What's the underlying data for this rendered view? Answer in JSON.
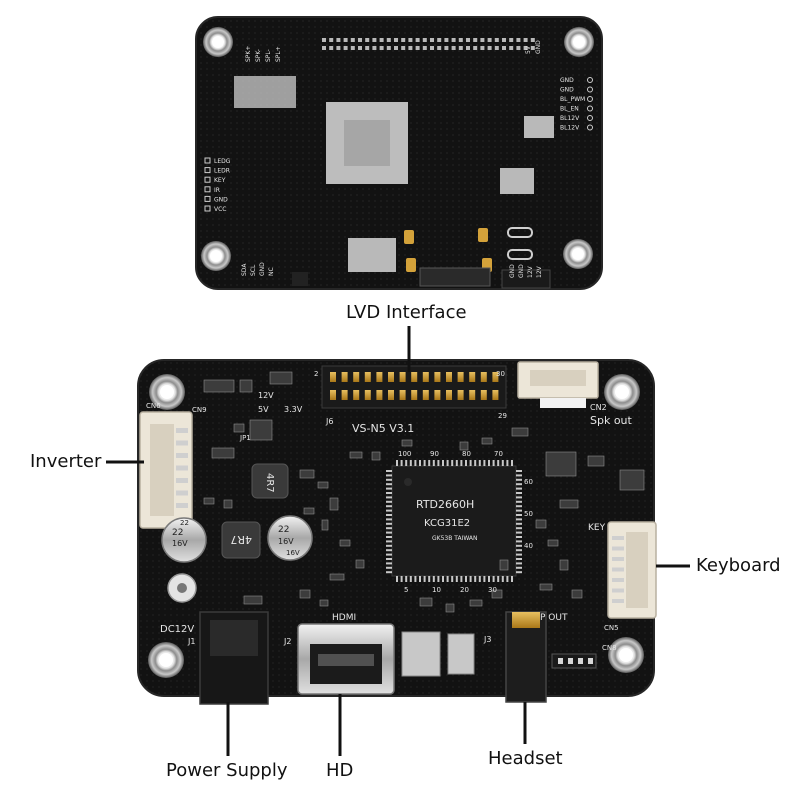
{
  "colors": {
    "pcb": "#121212",
    "pcb_edge": "#1f1f1f",
    "pad": "#b9b9b9",
    "silk": "#e6e6e6",
    "gold": "#c9952a",
    "connector": "#ece6d8",
    "leader": "#111111"
  },
  "callouts": {
    "lvd_interface": "LVD Interface",
    "inverter": "Inverter",
    "keyboard": "Keyboard",
    "power_supply": "Power Supply",
    "hd": "HD",
    "headset": "Headset"
  },
  "back_board": {
    "top_pins": [
      "SPK+",
      "SPK-",
      "SPL-",
      "SPL+"
    ],
    "top_right_pins": [
      "5V",
      "GND"
    ],
    "right_pins": [
      "GND",
      "GND",
      "BL_PWM",
      "BL_EN",
      "BL12V",
      "BL12V"
    ],
    "left_pins": [
      "LEDG",
      "LEDR",
      "KEY",
      "IR",
      "GND",
      "VCC"
    ],
    "bottom_left_pins": [
      "SDA",
      "SCL",
      "GND",
      "NC"
    ],
    "bottom_right_pins": [
      "GND",
      "GND",
      "12V",
      "12V"
    ]
  },
  "front_board": {
    "model": "VS-N5  V3.1",
    "chip_line1": "RTD2660H",
    "chip_line2": "KCG31E2",
    "chip_line3": "GK53B TAIWAN",
    "header_label": "J6",
    "pin_30": "30",
    "pin_2": "2",
    "pin_29": "29",
    "cn2": "CN2",
    "spk_out": "Spk out",
    "cn6": "CN6",
    "cn5": "CN5",
    "cn8": "CN8",
    "cn9": "CN9",
    "key_label": "KEY",
    "dc12v": "DC12V",
    "j1": "J1",
    "j2": "J2",
    "j3": "J3",
    "jp1": "JP1",
    "hdmi": "HDMI",
    "p_out": "P OUT",
    "v12": "12V",
    "v5": "5V",
    "v33": "3.3V",
    "inductor1": "4R7",
    "inductor2": "4R7",
    "cap1_l1": "22",
    "cap1_l2": "16V",
    "cap2_l1": "22",
    "cap2_l2": "16V",
    "cap3_l1": "22",
    "cap3_l2": "16V",
    "chip_nums_top": [
      "100",
      "90",
      "80",
      "70"
    ],
    "chip_nums_bottom": [
      "5",
      "10",
      "20",
      "30"
    ],
    "chip_nums_right": [
      "60",
      "50",
      "40"
    ]
  }
}
